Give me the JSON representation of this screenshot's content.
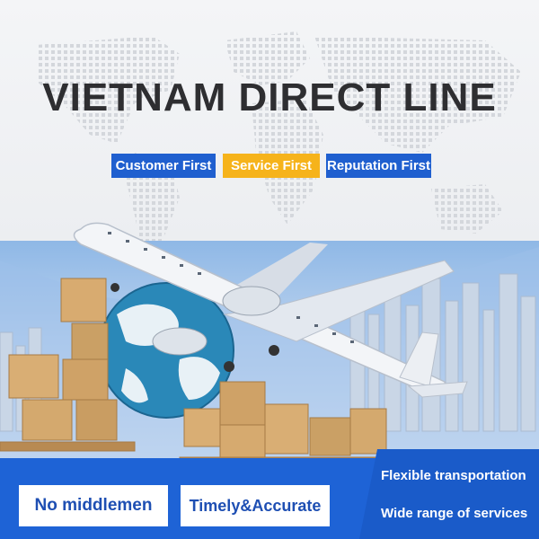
{
  "headline": "VIETNAM DIRECT LINE",
  "tags": [
    {
      "label": "Customer First",
      "color": "#1f5fcf"
    },
    {
      "label": "Service First",
      "color": "#f6b31b"
    },
    {
      "label": "Reputation First",
      "color": "#1f5fcf"
    }
  ],
  "badges": [
    {
      "label": "No middlemen"
    },
    {
      "label": "Timely&Accurate"
    }
  ],
  "features": [
    {
      "label": "Flexible transportation"
    },
    {
      "label": "Wide range of services"
    }
  ],
  "colors": {
    "brand_blue": "#1e63d6",
    "accent_gold": "#f6b31b",
    "headline": "#2e2e31"
  },
  "icons": [
    "airplane-image",
    "globe-image",
    "cargo-boxes-image",
    "city-skyline-image",
    "world-map-dots"
  ]
}
